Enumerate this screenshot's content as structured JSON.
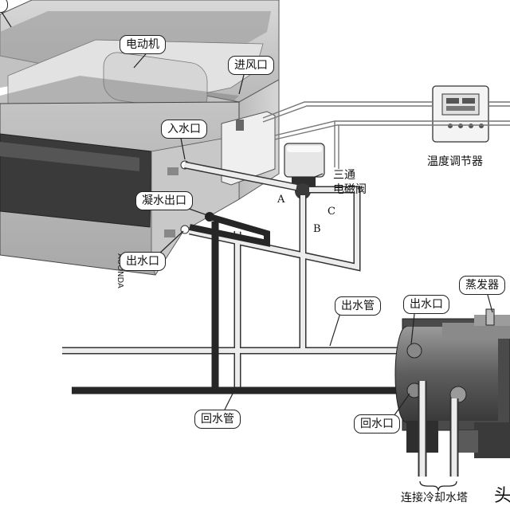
{
  "labels": {
    "motor": "电动机",
    "air_inlet": "进风口",
    "water_inlet": "入水口",
    "condensate_outlet": "凝水出口",
    "water_outlet_fan": "出水口",
    "three_way_valve": "三通\n电磁阀",
    "thermostat": "温度调节器",
    "outlet_pipe": "出水管",
    "chiller_outlet": "出水口",
    "evaporator": "蒸发器",
    "return_pipe": "回水管",
    "return_port": "回水口",
    "cooling_tower": "连接冷却水塔",
    "valve_port_a": "A",
    "valve_port_b": "B",
    "valve_port_c": "C",
    "brand": "AUONDA",
    "cut_text": "头"
  },
  "colors": {
    "supply_pipe": "#e8e8e8",
    "return_pipe": "#2a2a2a",
    "wire": "#777777",
    "unit_body": "#cfcfcf"
  }
}
